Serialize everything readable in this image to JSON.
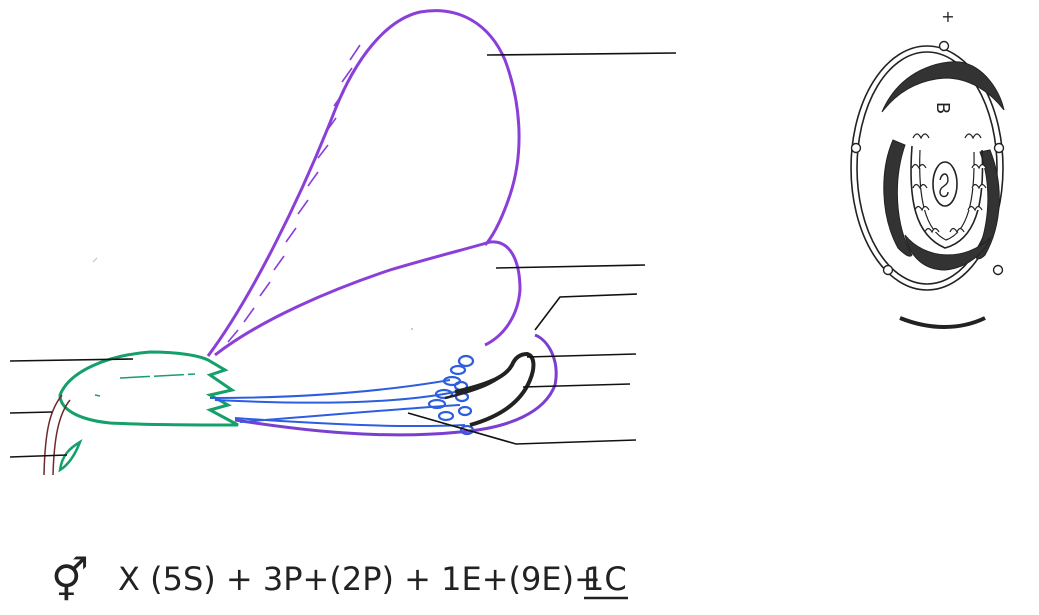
{
  "diagram": {
    "plus_symbol": "+",
    "floral_diagram_letter": "B",
    "formula": {
      "symbol": "⚥",
      "text": "X (5S) + 3P+(2P) + 1E+(9E)+ ",
      "ovary": "1C"
    },
    "colors": {
      "purple": "#8a3fd9",
      "violet": "#7a3fd0",
      "green": "#14a06a",
      "blue": "#2d5de0",
      "black": "#222222",
      "brown": "#6b2b2b"
    }
  }
}
